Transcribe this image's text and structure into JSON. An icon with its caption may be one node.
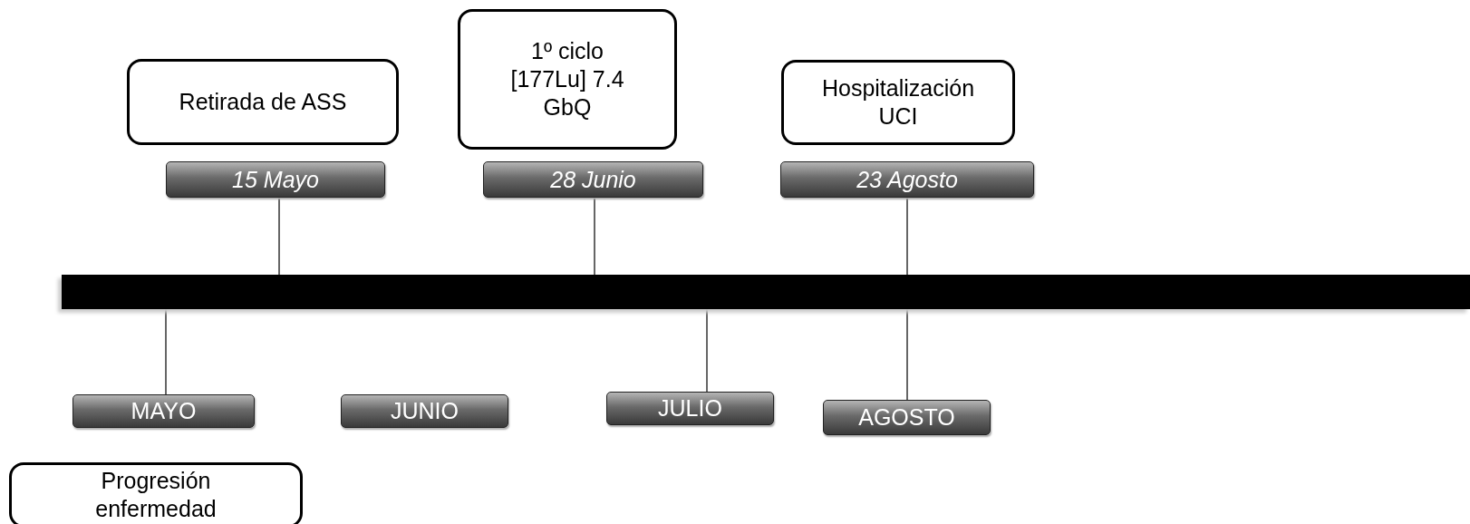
{
  "diagram": {
    "nodes": [
      {
        "text": [
          "Retirada de ASS"
        ]
      },
      {
        "text": [
          "1º ciclo [177Lu] 7.4 GbQ"
        ]
      },
      {
        "text": [
          "Hospitalización UCI"
        ]
      },
      {
        "text": [
          "15 Mayo"
        ]
      },
      {
        "text": [
          "28 Junio"
        ]
      },
      {
        "text": [
          "23 Agosto"
        ]
      },
      {
        "text": [],
        "shape": "bar"
      },
      {
        "text": [
          "MAYO"
        ]
      },
      {
        "text": [
          "JUNIO"
        ]
      },
      {
        "text": [
          "JULIO"
        ]
      },
      {
        "text": [
          "AGOSTO"
        ]
      },
      {
        "text": [
          "Progresión enfermedad"
        ]
      }
    ],
    "edges": [
      {
        "from": 3,
        "to": 6,
        "arrow": "none"
      },
      {
        "from": 4,
        "to": 6,
        "arrow": "none"
      },
      {
        "from": 5,
        "to": 6,
        "arrow": "none"
      },
      {
        "from": 6,
        "to": 7,
        "arrow": "none"
      },
      {
        "from": 6,
        "to": 9,
        "arrow": "none"
      },
      {
        "from": 6,
        "to": 10,
        "arrow": "none"
      }
    ]
  }
}
